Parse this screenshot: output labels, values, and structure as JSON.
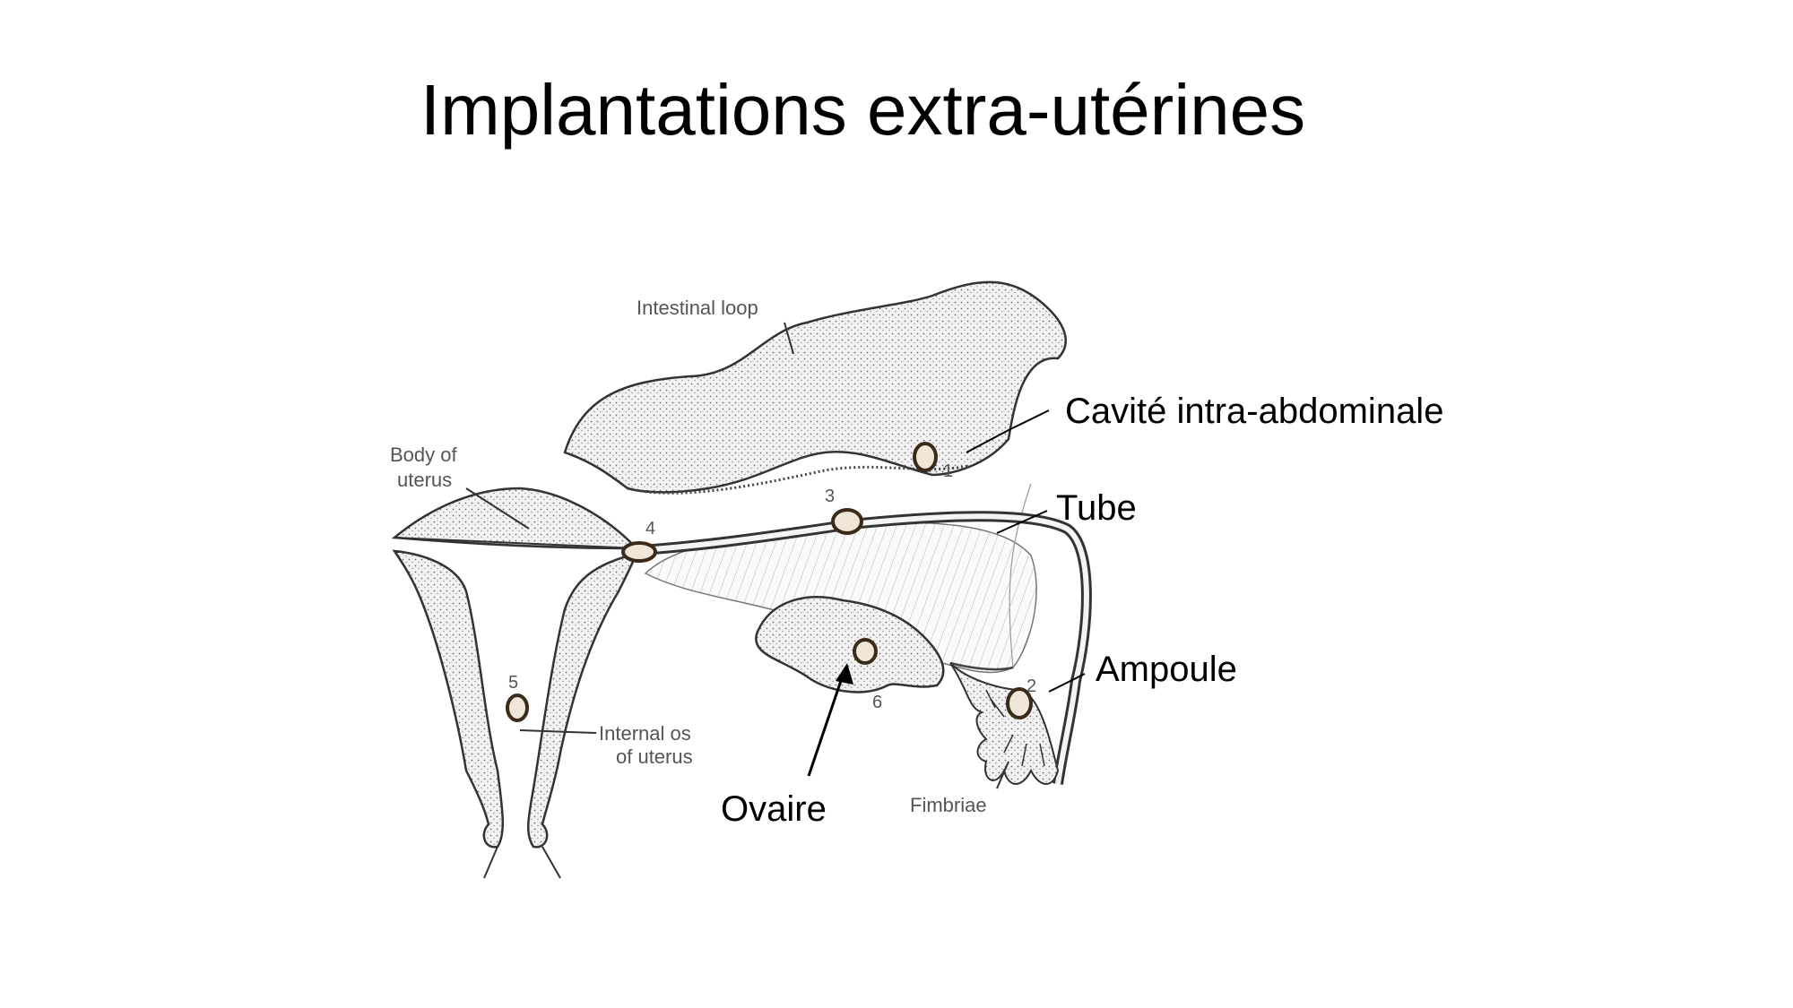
{
  "slide": {
    "title": "Implantations extra-utérines"
  },
  "labels_fr": {
    "cavite": "Cavité intra-abdominale",
    "tube": "Tube",
    "ampoule": "Ampoule",
    "ovaire": "Ovaire"
  },
  "labels_en": {
    "intestinal_loop": "Intestinal loop",
    "body_of_uterus_1": "Body of",
    "body_of_uterus_2": "uterus",
    "internal_os_1": "Internal os",
    "internal_os_2": "of uterus",
    "fimbriae": "Fimbriae"
  },
  "sites": {
    "s1": "1",
    "s2": "2",
    "s3": "3",
    "s4": "4",
    "s5": "5",
    "s6": "6"
  }
}
